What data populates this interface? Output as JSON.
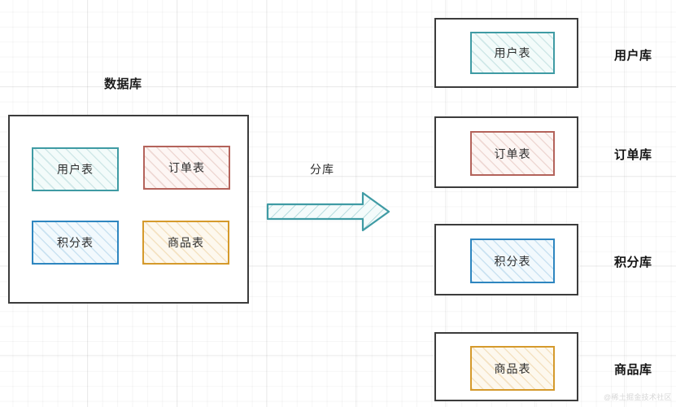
{
  "diagram": {
    "source": {
      "title": "数据库",
      "tables": [
        {
          "label": "用户表",
          "style": "teal"
        },
        {
          "label": "订单表",
          "style": "red"
        },
        {
          "label": "积分表",
          "style": "blue"
        },
        {
          "label": "商品表",
          "style": "orange"
        }
      ]
    },
    "arrow": {
      "label": "分库",
      "color": "#3f9ba4",
      "direction": "right"
    },
    "targets": [
      {
        "table": "用户表",
        "db_label": "用户库",
        "style": "teal"
      },
      {
        "table": "订单表",
        "db_label": "订单库",
        "style": "red"
      },
      {
        "table": "积分表",
        "db_label": "积分库",
        "style": "blue"
      },
      {
        "table": "商品表",
        "db_label": "商品库",
        "style": "orange"
      }
    ],
    "watermark": "@稀土掘金技术社区",
    "colors": {
      "container_border": "#3c3c3c",
      "teal": "#3f9ba4",
      "red": "#b4635b",
      "blue": "#2e86c0",
      "orange": "#d59a2c",
      "text": "#2e2e2e"
    }
  }
}
